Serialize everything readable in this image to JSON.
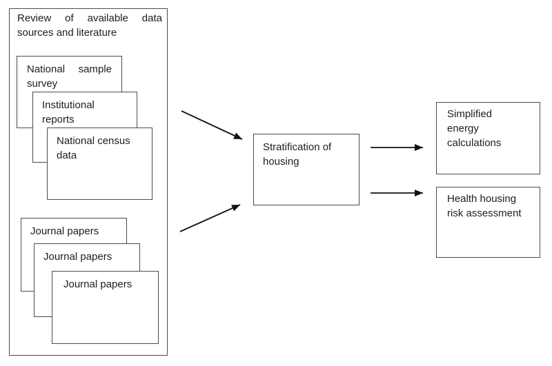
{
  "diagram": {
    "colors": {
      "background": "#ffffff",
      "box_border": "#4a4a4a",
      "text": "#1d1d1d",
      "arrow": "#111111"
    },
    "review_group": {
      "title": "Review of available data sources and literature",
      "data_sources": [
        {
          "label": "National sample survey"
        },
        {
          "label": "Institutional\nreports"
        },
        {
          "label": "National census\ndata"
        }
      ],
      "literature": [
        {
          "label": "Journal papers"
        },
        {
          "label": "Journal papers"
        },
        {
          "label": "Journal papers"
        }
      ]
    },
    "process_box": {
      "label": "Stratification of\nhousing"
    },
    "output_boxes": [
      {
        "label": "Simplified\nenergy\ncalculations"
      },
      {
        "label": "Health housing\nrisk assessment"
      }
    ],
    "arrows": [
      {
        "name": "data-sources-to-stratification"
      },
      {
        "name": "literature-to-stratification"
      },
      {
        "name": "stratification-to-energy"
      },
      {
        "name": "stratification-to-health"
      }
    ]
  }
}
